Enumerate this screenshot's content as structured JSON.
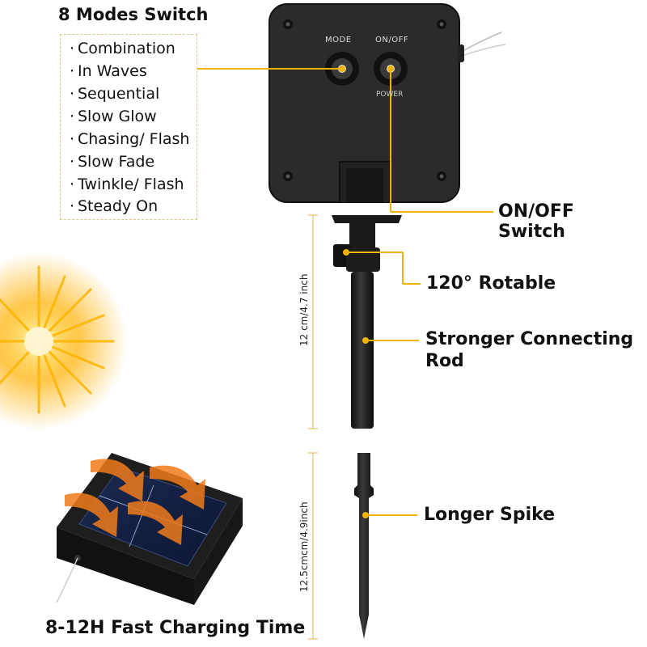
{
  "modes": {
    "title": "8 Modes Switch",
    "items": [
      "Combination",
      "In Waves",
      "Sequential",
      "Slow Glow",
      "Chasing/ Flash",
      "Slow Fade",
      "Twinkle/ Flash",
      "Steady On"
    ],
    "bullet": "·"
  },
  "control_box": {
    "mode_label": "MODE",
    "onoff_label": "ON/OFF",
    "power_label": "POWER"
  },
  "callouts": {
    "onoff": "ON/OFF Switch",
    "rotatable": "120° Rotable",
    "rod_line1": "Stronger Connecting",
    "rod_line2": "Rod",
    "spike": "Longer Spike",
    "charging": "8-12H Fast Charging Time"
  },
  "dimensions": {
    "rod": "12 cm/4.7 inch",
    "spike": "12.5cmcm/4.9inch"
  },
  "colors": {
    "accent": "#f0b400",
    "box": "#2b2b2b",
    "sun": "#ffb000"
  }
}
